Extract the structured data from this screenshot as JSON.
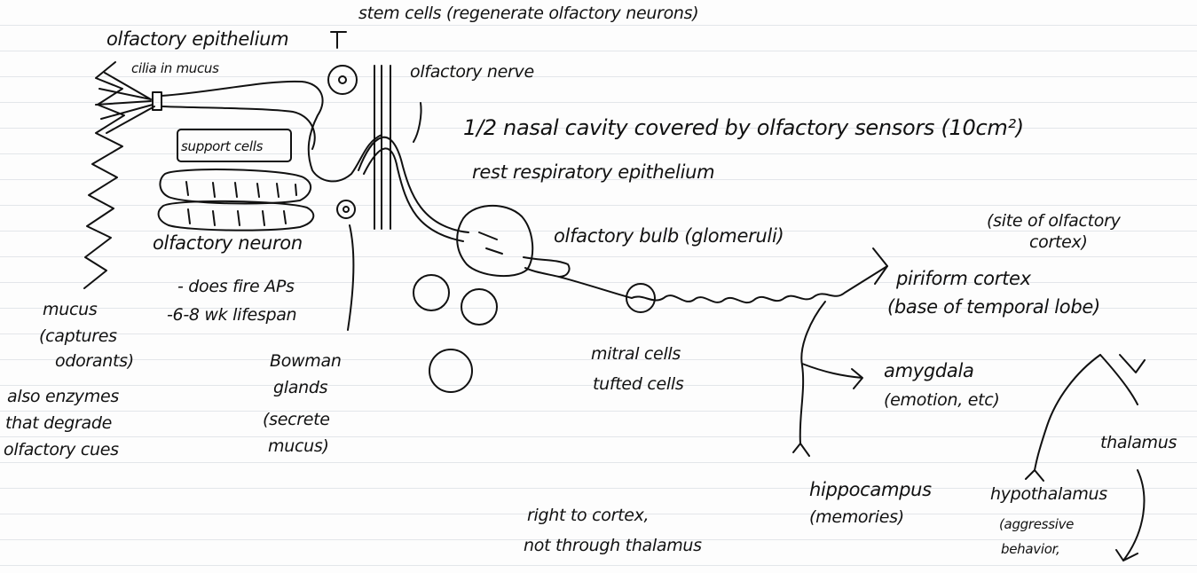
{
  "labels": {
    "stem_cells": "stem cells (regenerate olfactory neurons)",
    "olfactory_epithelium": "olfactory epithelium",
    "cilia_in_mucus": "cilia in mucus",
    "olfactory_nerve": "olfactory nerve",
    "support_cells": "support cells",
    "half_nasal_cavity": "1/2 nasal cavity covered by olfactory sensors (10cm²)",
    "rest_respiratory": "rest respiratory epithelium",
    "olfactory_neuron": "olfactory neuron",
    "olfactory_bulb": "olfactory bulb (glomeruli)",
    "site_olfactory_cortex_1": "(site of olfactory",
    "site_olfactory_cortex_2": "cortex)",
    "does_fire": "- does fire APs",
    "lifespan": "-6-8 wk lifespan",
    "mucus_1": "mucus",
    "mucus_2": "(captures",
    "mucus_3": "odorants)",
    "enzymes_1": "also enzymes",
    "enzymes_2": "that degrade",
    "enzymes_3": "olfactory cues",
    "bowman_1": "Bowman",
    "bowman_2": "glands",
    "bowman_3": "(secrete",
    "bowman_4": "mucus)",
    "mitral_cells": "mitral cells",
    "tufted_cells": "tufted cells",
    "piriform_cortex": "piriform cortex",
    "temporal_lobe": "(base of temporal lobe)",
    "amygdala": "amygdala",
    "emotion": "(emotion, etc)",
    "thalamus": "thalamus",
    "hippocampus": "hippocampus",
    "memories": "(memories)",
    "hypothalamus": "hypothalamus",
    "aggressive_1": "(aggressive",
    "aggressive_2": "behavior,",
    "right_to_cortex_1": "right to cortex,",
    "right_to_cortex_2": "not through thalamus"
  }
}
